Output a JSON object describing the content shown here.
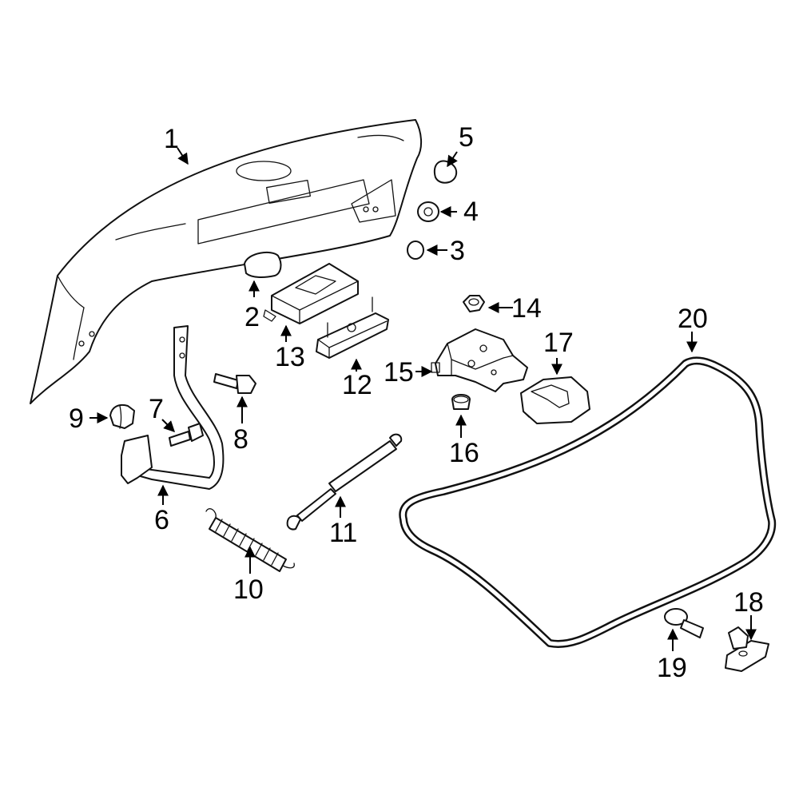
{
  "diagram": {
    "line_color": "#111111",
    "background": "#ffffff",
    "callouts": [
      {
        "id": "1",
        "label": "1"
      },
      {
        "id": "2",
        "label": "2"
      },
      {
        "id": "3",
        "label": "3"
      },
      {
        "id": "4",
        "label": "4"
      },
      {
        "id": "5",
        "label": "5"
      },
      {
        "id": "6",
        "label": "6"
      },
      {
        "id": "7",
        "label": "7"
      },
      {
        "id": "8",
        "label": "8"
      },
      {
        "id": "9",
        "label": "9"
      },
      {
        "id": "10",
        "label": "10"
      },
      {
        "id": "11",
        "label": "11"
      },
      {
        "id": "12",
        "label": "12"
      },
      {
        "id": "13",
        "label": "13"
      },
      {
        "id": "14",
        "label": "14"
      },
      {
        "id": "15",
        "label": "15"
      },
      {
        "id": "16",
        "label": "16"
      },
      {
        "id": "17",
        "label": "17"
      },
      {
        "id": "18",
        "label": "18"
      },
      {
        "id": "19",
        "label": "19"
      },
      {
        "id": "20",
        "label": "20"
      }
    ]
  }
}
